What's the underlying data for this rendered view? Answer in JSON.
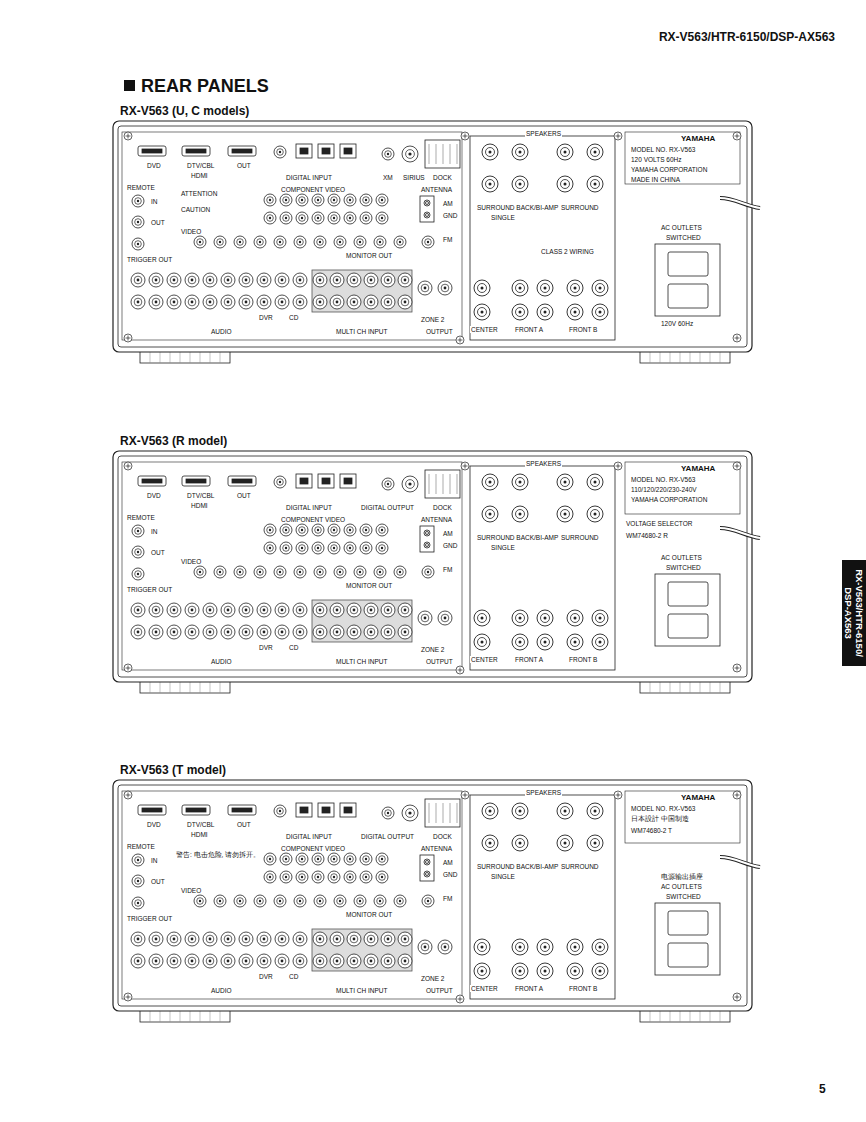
{
  "diagram": {
    "title": "REAR PANELS",
    "nodes": [
      {
        "text": [
          "RX-V563 (U, C models)"
        ]
      },
      {
        "text": [
          "RX-V563 (R model)"
        ]
      },
      {
        "text": [
          "RX-V563/HTR-6150/ DSP-AX563"
        ]
      },
      {
        "text": [
          "RX-V563 (T model)"
        ]
      }
    ],
    "labels": [
      "RX-V563/HTR-6150/DSP-AX563",
      "HDMI",
      "DVD",
      "DTV/CBL",
      "OUT",
      "REMOTE",
      "IN",
      "OUT",
      "TRIGGER OUT",
      "DIGITAL INPUT",
      "COMPONENT VIDEO",
      "VIDEO",
      "MONITOR OUT",
      "ANTENNA",
      "AM",
      "GND",
      "FM",
      "DOCK",
      "SPEAKERS",
      "SURROUND BACK/BI-AMP",
      "SINGLE",
      "SURROUND",
      "CENTER",
      "FRONT A",
      "FRONT B",
      "AUDIO",
      "MULTI CH INPUT",
      "ZONE 2",
      "OUTPUT",
      "CD",
      "DVR",
      "AC OUTLETS",
      "SWITCHED",
      "YAMAHA",
      "MODEL NO. RX-V563",
      "XM",
      "SIRIUS",
      "ATTENTION",
      "CAUTION",
      "CLASS 2 WIRING",
      "120 VOLTS 60Hz",
      "YAMAHA CORPORATION",
      "MADE IN CHINA",
      "120V 60Hz",
      "HDMI",
      "DVD",
      "DTV/CBL",
      "OUT",
      "REMOTE",
      "IN",
      "OUT",
      "TRIGGER OUT",
      "DIGITAL INPUT",
      "COMPONENT VIDEO",
      "VIDEO",
      "MONITOR OUT",
      "ANTENNA",
      "AM",
      "GND",
      "FM",
      "DOCK",
      "SPEAKERS",
      "SURROUND BACK/BI-AMP",
      "SINGLE",
      "SURROUND",
      "CENTER",
      "FRONT A",
      "FRONT B",
      "AUDIO",
      "MULTI CH INPUT",
      "ZONE 2",
      "OUTPUT",
      "CD",
      "DVR",
      "AC OUTLETS",
      "SWITCHED",
      "YAMAHA",
      "MODEL NO. RX-V563",
      "DIGITAL OUTPUT",
      "110/120/220/230-240V",
      "YAMAHA CORPORATION",
      "VOLTAGE SELECTOR",
      "WM74680-2 R",
      "HDMI",
      "DVD",
      "DTV/CBL",
      "OUT",
      "REMOTE",
      "IN",
      "OUT",
      "TRIGGER OUT",
      "DIGITAL INPUT",
      "COMPONENT VIDEO",
      "VIDEO",
      "MONITOR OUT",
      "ANTENNA",
      "AM",
      "GND",
      "FM",
      "DOCK",
      "SPEAKERS",
      "SURROUND BACK/BI-AMP",
      "SINGLE",
      "SURROUND",
      "CENTER",
      "FRONT A",
      "FRONT B",
      "AUDIO",
      "MULTI CH INPUT",
      "ZONE 2",
      "OUTPUT",
      "CD",
      "DVR",
      "AC OUTLETS",
      "SWITCHED",
      "YAMAHA",
      "MODEL NO. RX-V563",
      "警告: 电击危险, 请勿拆开。",
      "日本設計 中国制造",
      "WM74680-2 T",
      "电源输出插座",
      "DIGITAL OUTPUT",
      "5"
    ]
  }
}
